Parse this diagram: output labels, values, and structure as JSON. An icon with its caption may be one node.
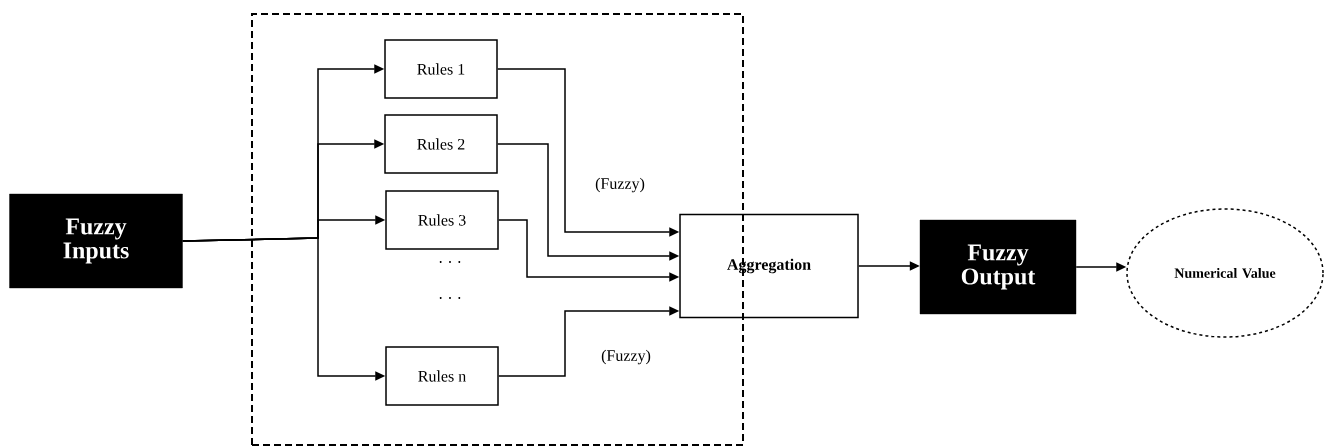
{
  "diagram": {
    "nodes": [
      {
        "text": [
          "Fuzzy Inputs"
        ]
      },
      {
        "text": [],
        "shape": "box"
      },
      {
        "text": [
          "Rules 1"
        ],
        "in": 1
      },
      {
        "text": [
          "Rules 2"
        ],
        "in": 1
      },
      {
        "text": [
          "Rules 3"
        ],
        "in": 1
      },
      {
        "text": [
          "Rules n"
        ],
        "in": 1
      },
      {
        "text": [
          "Aggregation"
        ]
      },
      {
        "text": [
          "Fuzzy Output"
        ]
      },
      {
        "text": [
          "Numerical Value"
        ]
      }
    ],
    "edges": [
      {
        "from": 0,
        "to": 2,
        "arrow": "to"
      },
      {
        "from": 0,
        "to": 3,
        "arrow": "to"
      },
      {
        "from": 0,
        "to": 4,
        "arrow": "to"
      },
      {
        "from": 0,
        "to": 5,
        "arrow": "to"
      },
      {
        "from": 2,
        "to": 6,
        "arrow": "to",
        "label": "(Fuzzy)"
      },
      {
        "from": 3,
        "to": 6,
        "arrow": "to"
      },
      {
        "from": 4,
        "to": 6,
        "arrow": "to"
      },
      {
        "from": 5,
        "to": 6,
        "arrow": "to",
        "label": "(Fuzzy)"
      },
      {
        "from": 6,
        "to": 7,
        "arrow": "to"
      },
      {
        "from": 7,
        "to": 8,
        "arrow": "to"
      }
    ],
    "labels": [
      ". . .",
      ". . ."
    ]
  }
}
